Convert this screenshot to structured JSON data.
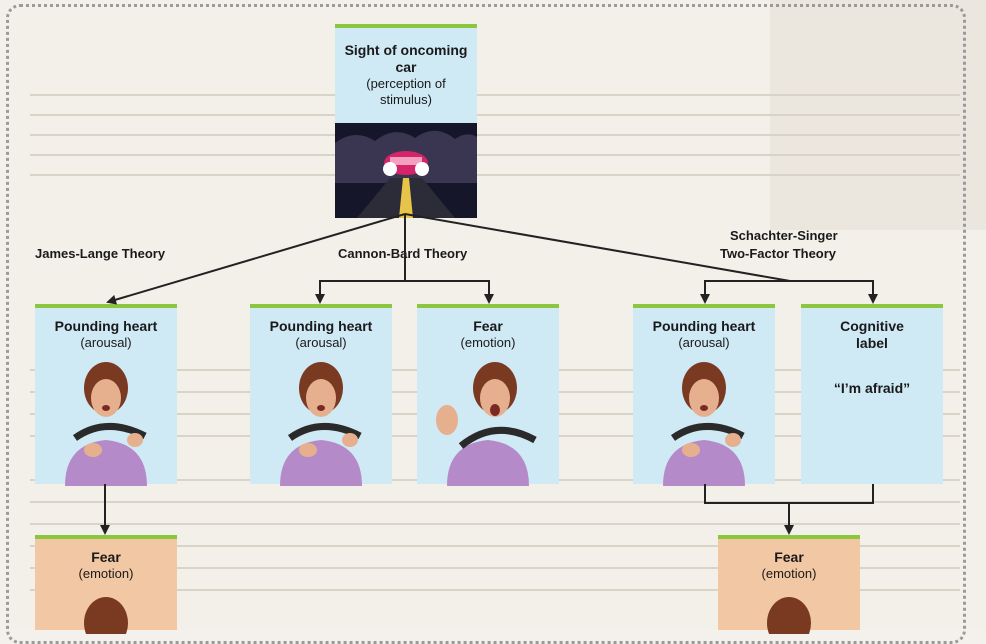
{
  "stimulus": {
    "title_line1": "Sight of oncoming",
    "title_line2": "car",
    "sub_line1": "(perception of",
    "sub_line2": "stimulus)"
  },
  "theories": {
    "james_lange": "James-Lange Theory",
    "cannon_bard": "Cannon-Bard Theory",
    "schachter_line1": "Schachter-Singer",
    "schachter_line2": "Two-Factor Theory"
  },
  "boxes": {
    "jl_arousal": {
      "title": "Pounding heart",
      "sub": "(arousal)"
    },
    "jl_fear": {
      "title": "Fear",
      "sub": "(emotion)"
    },
    "cb_arousal": {
      "title": "Pounding heart",
      "sub": "(arousal)"
    },
    "cb_fear": {
      "title": "Fear",
      "sub": "(emotion)"
    },
    "ss_arousal": {
      "title": "Pounding heart",
      "sub": "(arousal)"
    },
    "ss_label": {
      "title_line1": "Cognitive",
      "title_line2": "label",
      "quote": "“I’m afraid”"
    },
    "ss_fear": {
      "title": "Fear",
      "sub": "(emotion)"
    }
  },
  "colors": {
    "box_blue": "#cfe9f5",
    "box_peach": "#f2c7a4",
    "box_top_border": "#8cc63f",
    "arrow": "#222222"
  }
}
